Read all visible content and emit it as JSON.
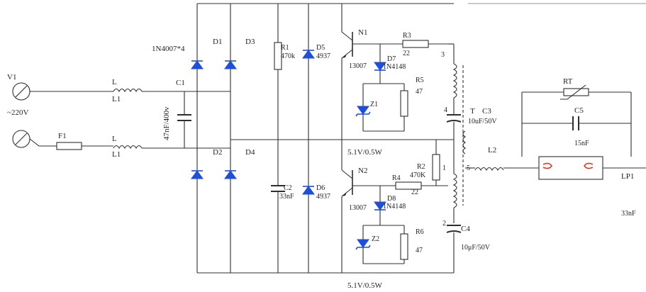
{
  "labels": {
    "v1": "V1",
    "v_ac": "~220V",
    "l_top": "L",
    "l1_top": "L1",
    "l_bot": "L",
    "l1_bot": "L1",
    "f1": "F1",
    "c1": "C1",
    "c1_val": "47nF/400v",
    "bridge": "1N4007*4",
    "d1": "D1",
    "d2": "D2",
    "d3": "D3",
    "d4": "D4",
    "r1": "R1",
    "r1_val": "470k",
    "c2": "C2",
    "c2_val": "33nF",
    "d5": "D5",
    "d5_val": "4937",
    "d6": "D6",
    "d6_val": "4937",
    "n1": "N1",
    "n1_val": "13007",
    "n2": "N2",
    "n2_val": "13007",
    "r3": "R3",
    "r3_val": "22",
    "r4": "R4",
    "r4_val": "22",
    "d7": "D7",
    "d7_val": "1N4148",
    "d8": "D8",
    "d8_val": "1N4148",
    "z1": "Z1",
    "z2": "Z2",
    "r5": "R5",
    "r5_val": "47",
    "r6": "R6",
    "r6_val": "47",
    "zener_val_top": "5.1V/0.5W",
    "zener_val_bot": "5.1V/0.5W",
    "r2": "R2",
    "r2_val": "470K",
    "t": "T",
    "c3": "C3",
    "c3_val": "10uF/50V",
    "c4": "C4",
    "c4_val": "10μF/50V",
    "l2": "L2",
    "rt": "RT",
    "c5": "C5",
    "c5_val": "15nF",
    "lp1": "LP1",
    "c_out_val": "33nF",
    "pin1": "1",
    "pin2": "2",
    "pin3": "3",
    "pin4": "4",
    "pin5": "5"
  },
  "colors": {
    "wire": "#2b2f33",
    "diode": "#1f4fd6",
    "filament": "#d9412b"
  }
}
